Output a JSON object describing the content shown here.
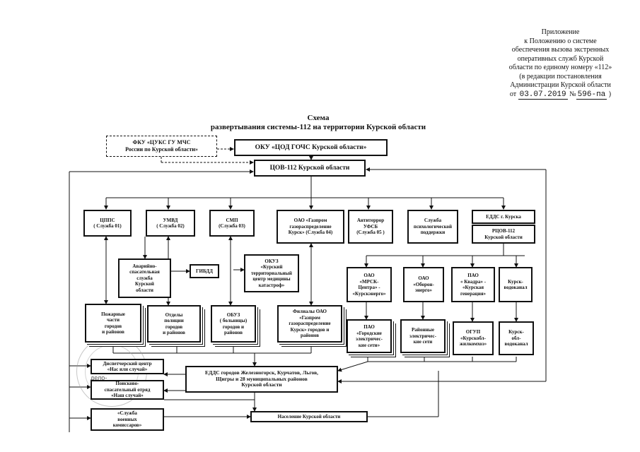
{
  "header": {
    "line1": "Приложение",
    "line2": "к Положению о системе",
    "line3": "обеспечения вызова экстренных",
    "line4": "оперативных служб Курской",
    "line5": "области по единому номеру «112»",
    "line6": "(в редакции постановления",
    "line7": "Администрации Курской области",
    "date_prefix": "от",
    "date": "03.07.2019",
    "num_prefix": "№",
    "num": "596-па",
    "close": ")"
  },
  "title": {
    "line1": "Схема",
    "line2": "развертывания системы-112 на территории Курской области"
  },
  "boxes": {
    "fku": "ФКУ «ЦУКС ГУ МЧС\nРоссии по Курской области»",
    "oku": "ОКУ «ЦОД ГОЧС Курской области»",
    "tsov": "ЦОВ-112 Курской области",
    "shps": "ЦППС\n( Служба 01)",
    "umvd": "УМВД\n( Служба 02)",
    "smp": "СМП\n(Служба 03)",
    "gazprom": "ОАО «Газпром\nгазораспределение\nКурск» (Служба 04)",
    "antiterror": "Антитеррор\nУФСБ\n(Служба 05 )",
    "psych": "Служба\nпсихологической\nподдержки",
    "edds_kursk": "ЕДДС г. Курска",
    "rtsov": "РЦОВ-112\nКурской области",
    "avar": "Аварийно-\nспасательная\nслужба\nКурской\nобласти",
    "gibdd": "ГИБДД",
    "okuz": "ОКУЗ\n«Курский\nтерриториальный\nцентр медицины\nкатастроф»",
    "mrsk": "ОАО\n«МРСК-\nЦентра» -\n«Курскэнерго»",
    "oboron": "ОАО\n«Оборон-\nэнерго»",
    "kvadra": "ПАО\n« Квадра» -\n«Курская\nгенерация»",
    "vodokanal": "Курск-\nводоканал",
    "fire": "Пожарные\nчасти\nгородов\nи районов",
    "police": "Отделы\nполиции\nгородов\nи районов",
    "obuz": "ОБУЗ\n( больницы)\nгородов и\nрайонов",
    "filials": "Филиалы ОАО\n«Газпром\nгазораспределение\nКурск» городов и\nрайонов",
    "pao_grid": "ПАО\n«Городские\nэлектричес-\nкие сети»",
    "raion_grid": "Районные\nэлектричес-\nкие сети",
    "ogup": "ОГУП\n«Курскобл-\nжилкомхоз»",
    "oblvod": "Курск-\nобл-\nводоканал",
    "edds_cities": "ЕДДС городов Железногорск, Курчатов, Льгов,\nЩигры и 28 муниципальных районов\nКурской области",
    "dispatch": "Диспетчерский центр\n«Нас или случай»",
    "rescue": "Поисково-\nспасательный отряд\n«Наш случай»",
    "military": "«Служба\nвоенных\nкомиссаров»",
    "population": "Население Курской области"
  },
  "stamp_text": "дело-\nпроизводства"
}
